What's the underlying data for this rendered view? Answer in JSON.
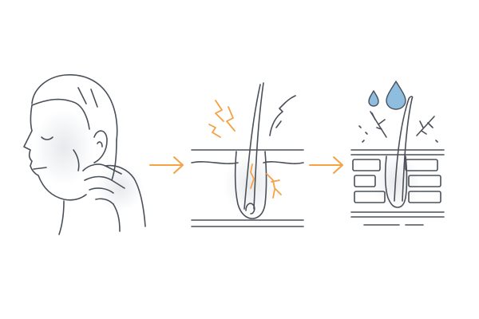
{
  "colors": {
    "background": "#ffffff",
    "line": "#4a5059",
    "accent": "#f5a144",
    "skin_shade": "#eceef0",
    "water": "#8fbde0"
  },
  "steps": [
    {
      "name": "scratching-head",
      "icon": "man-scratching-head-icon"
    },
    {
      "name": "irritated-hair-follicle",
      "icon": "irritated-follicle-icon"
    },
    {
      "name": "repaired-skin-barrier",
      "icon": "healthy-follicle-icon"
    }
  ],
  "connectors": [
    {
      "icon": "arrow-right-icon",
      "color": "#f5a144"
    },
    {
      "icon": "arrow-right-icon",
      "color": "#f5a144"
    }
  ]
}
